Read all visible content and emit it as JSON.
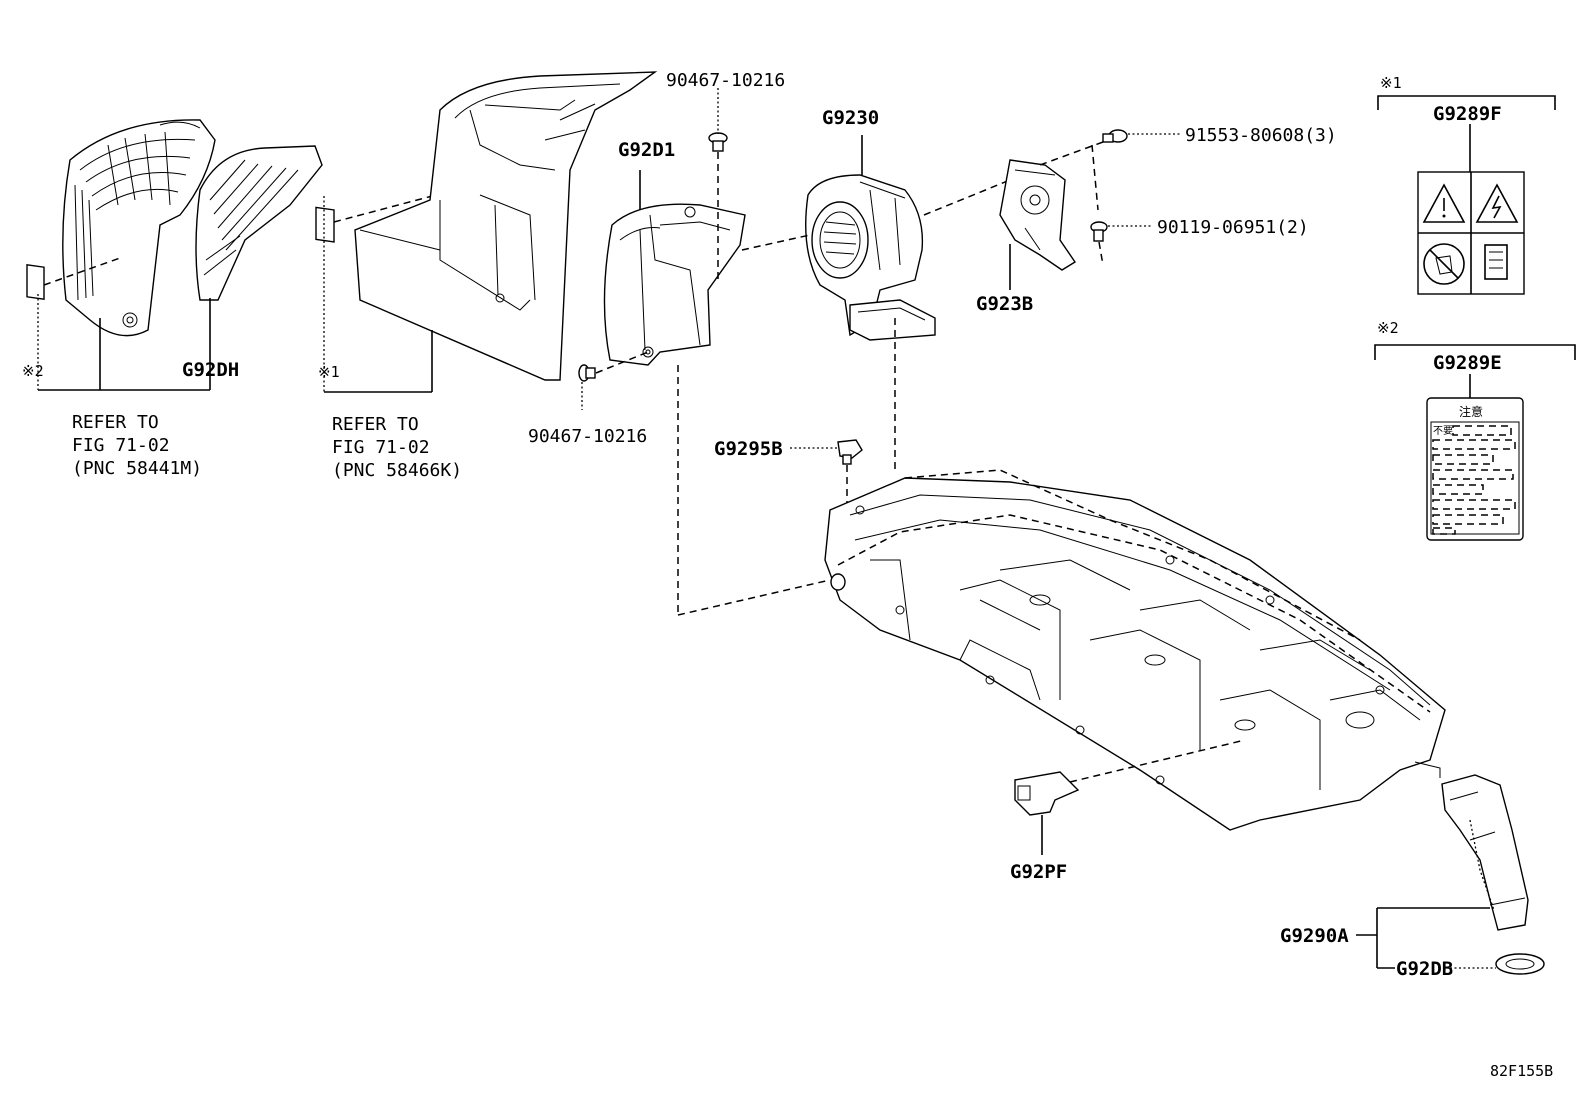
{
  "diagram_id": "82F155B",
  "parts": {
    "g92dh": "G92DH",
    "g92d1": "G92D1",
    "g9230": "G9230",
    "g923b": "G923B",
    "g9295b": "G9295B",
    "g92pf": "G92PF",
    "g9290a": "G9290A",
    "g92db": "G92DB",
    "g9289f": "G9289F",
    "g9289e": "G9289E"
  },
  "fasteners": {
    "bolt_top": "90467-10216",
    "bolt_left": "90467-10216",
    "screw_3": "91553-80608(3)",
    "screw_2": "90119-06951(2)"
  },
  "notes": {
    "note1": "※1",
    "note2": "※2"
  },
  "references": [
    {
      "line1": "REFER TO",
      "line2": "FIG 71-02",
      "line3": "(PNC 58441M)"
    },
    {
      "line1": "REFER TO",
      "line2": "FIG 71-02",
      "line3": "(PNC 58466K)"
    }
  ],
  "label_e_text": {
    "title": "注意",
    "first": "不要"
  }
}
